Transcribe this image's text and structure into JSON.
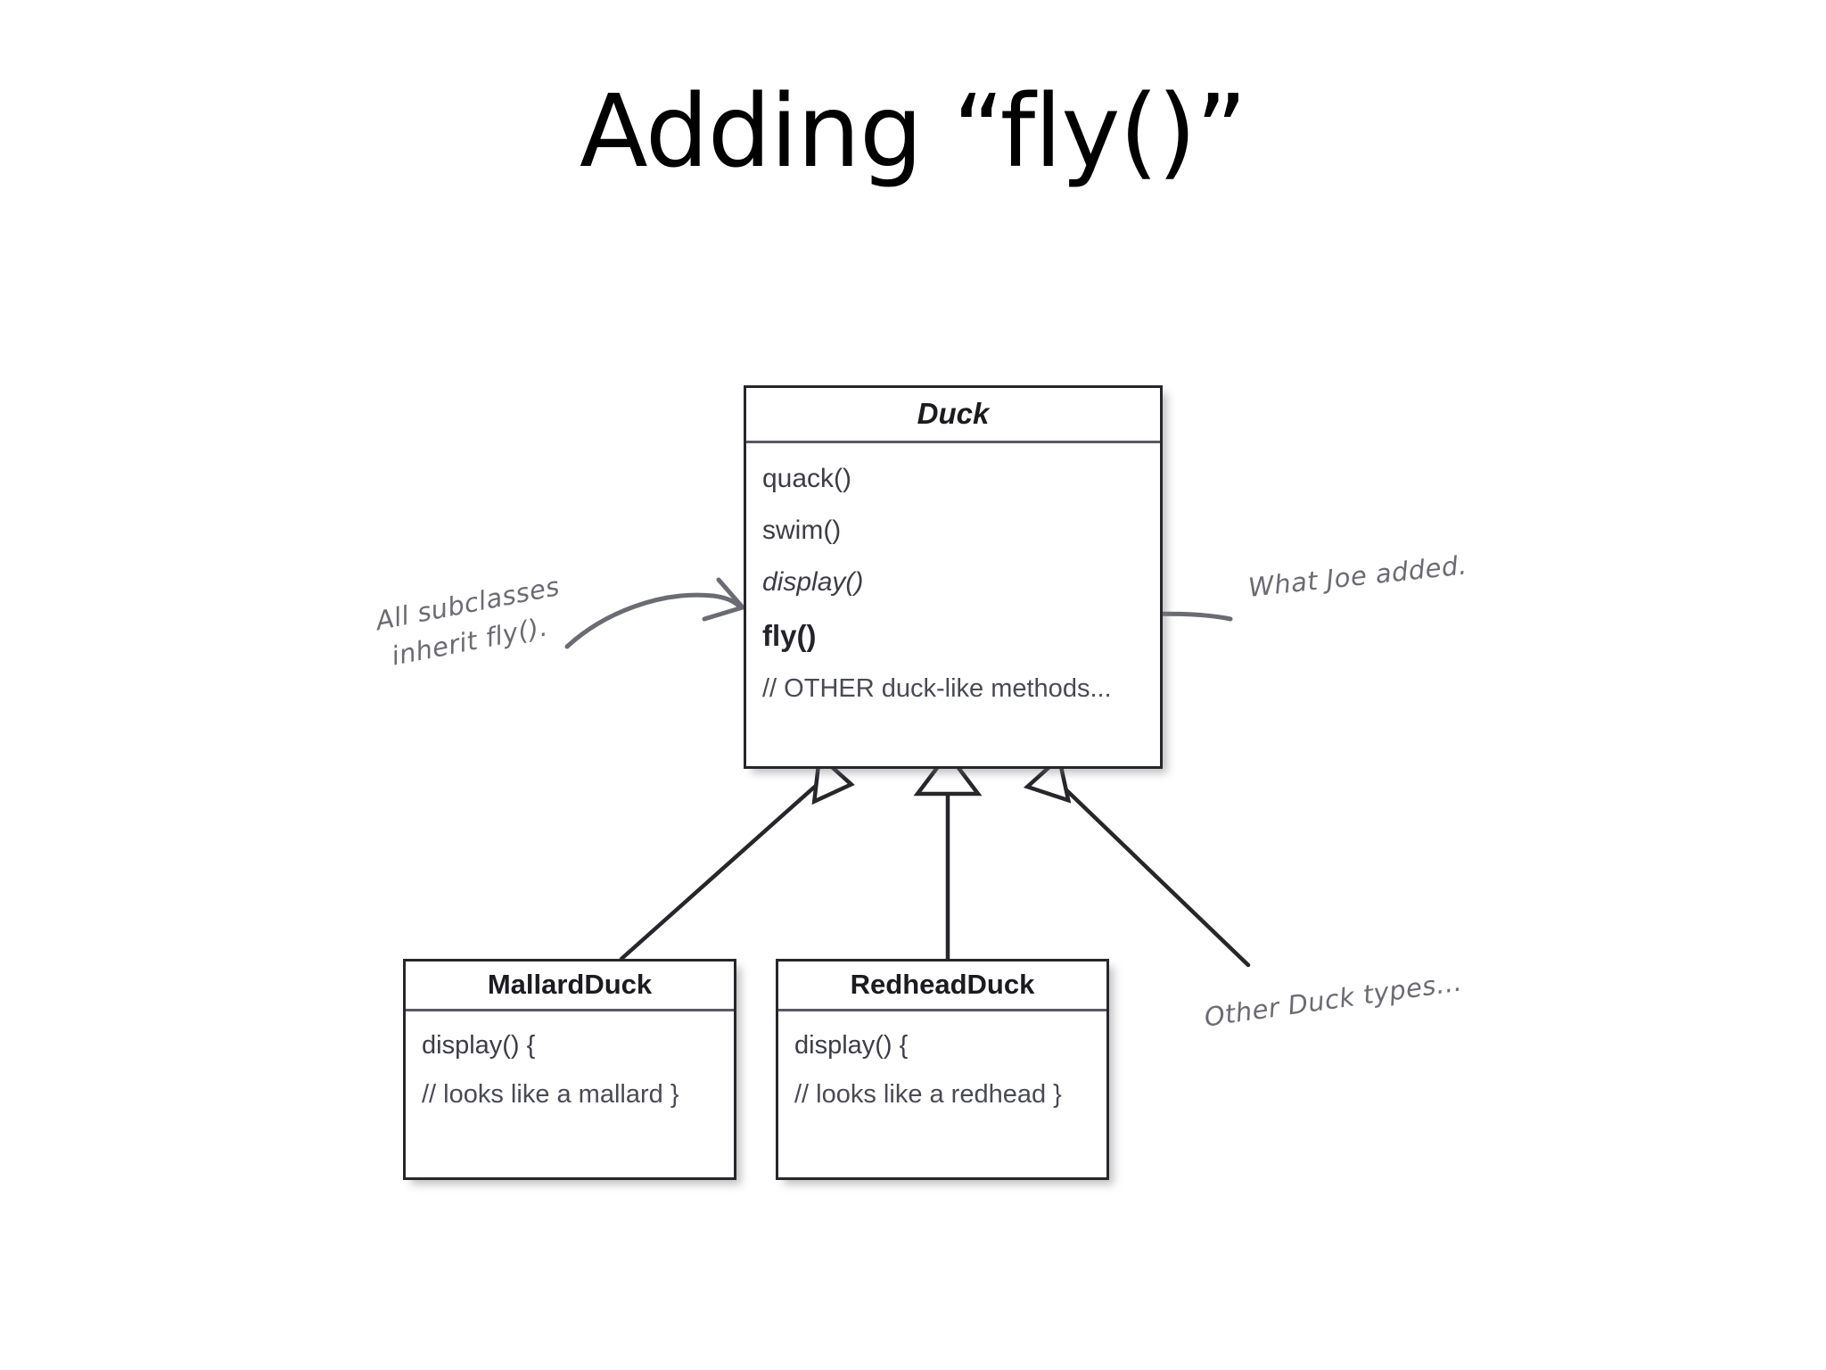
{
  "slide": {
    "title": "Adding “fly()”"
  },
  "diagram": {
    "type": "uml-class-diagram",
    "superclass": {
      "name": "Duck",
      "name_style": "bold-italic",
      "methods": [
        {
          "text": "quack()",
          "style": "normal"
        },
        {
          "text": "swim()",
          "style": "normal"
        },
        {
          "text": "display()",
          "style": "italic"
        },
        {
          "text": "fly()",
          "style": "bold"
        },
        {
          "text": "// OTHER duck-like methods...",
          "style": "comment"
        }
      ]
    },
    "subclasses": [
      {
        "name": "MallardDuck",
        "methods": [
          {
            "text": "display() {",
            "style": "normal"
          },
          {
            "text": "// looks like a mallard }",
            "style": "comment"
          }
        ]
      },
      {
        "name": "RedheadDuck",
        "methods": [
          {
            "text": "display() {",
            "style": "normal"
          },
          {
            "text": "// looks like a redhead }",
            "style": "comment"
          }
        ]
      }
    ],
    "annotations": [
      {
        "id": "inherit",
        "text": "All subclasses\n inherit fly()."
      },
      {
        "id": "joe",
        "text": "What Joe added."
      },
      {
        "id": "other-types",
        "text": "Other Duck types..."
      }
    ],
    "relationships": [
      {
        "from": "MallardDuck",
        "to": "Duck",
        "type": "generalization"
      },
      {
        "from": "RedheadDuck",
        "to": "Duck",
        "type": "generalization"
      },
      {
        "from": "Other Duck types...",
        "to": "Duck",
        "type": "generalization"
      }
    ],
    "colors": {
      "background": "#ffffff",
      "box_border": "#26262b",
      "box_fill": "#ffffff",
      "text": "#3d3d46",
      "handwriting": "#6b6b73",
      "title": "#000000"
    }
  }
}
